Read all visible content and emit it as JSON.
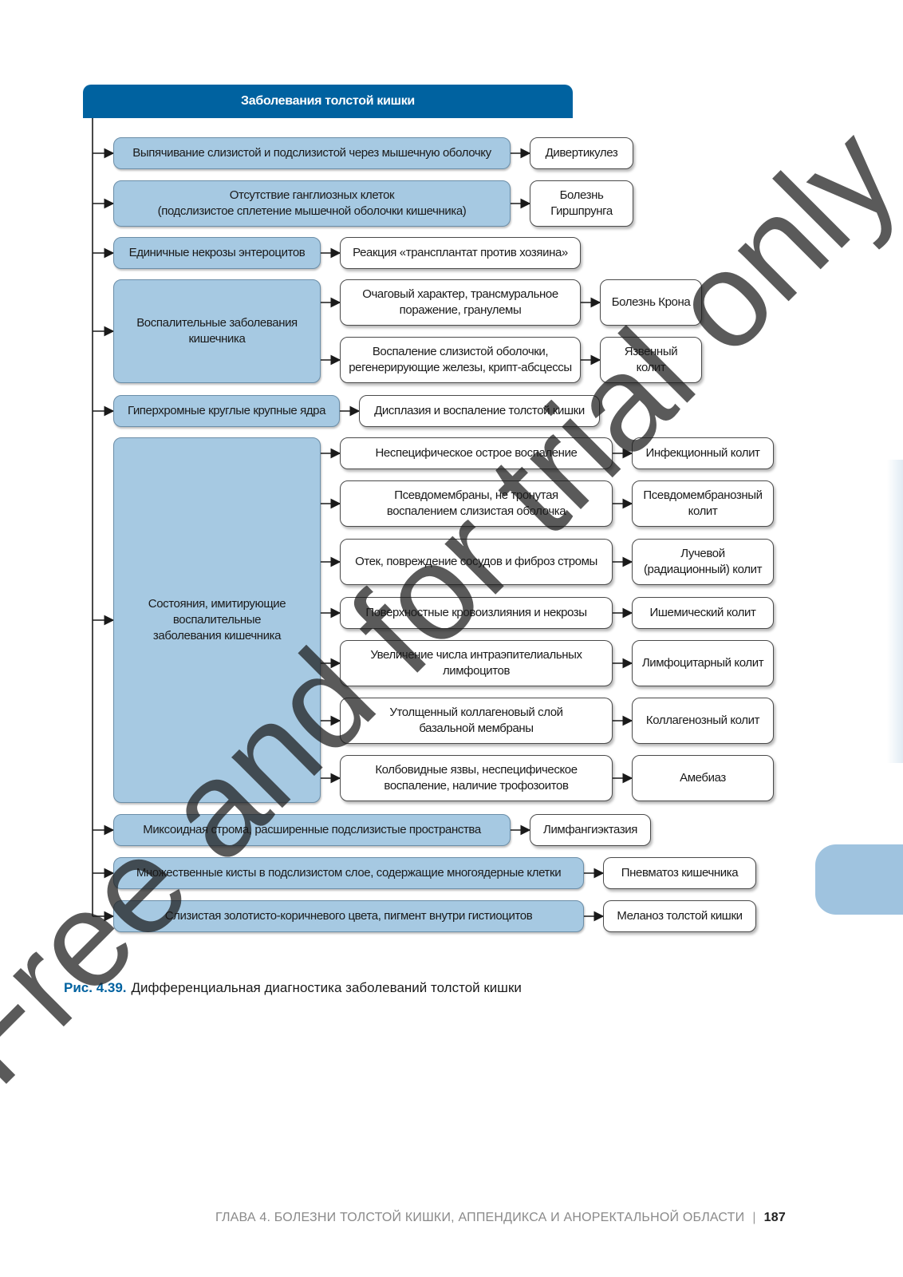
{
  "header": {
    "title": "Заболевания толстой кишки"
  },
  "features": [
    "Выпячивание слизистой и подслизистой через мышечную оболочку",
    "Отсутствие ганглиозных клеток\n(подслизистое сплетение мышечной оболочки кишечника)",
    "Единичные некрозы энтероцитов",
    "Воспалительные заболевания\nкишечника",
    "Гиперхромные круглые крупные ядра",
    "Состояния, имитирующие\nвоспалительные\nзаболевания кишечника",
    "Миксоидная строма, расширенные подслизистые пространства",
    "Множественные кисты в подслизистом слое, содержащие многоядерные клетки",
    "Слизистая золотисто-коричневого цвета, пигмент внутри гистиоцитов"
  ],
  "mids": [
    "Реакция «трансплантат против хозяина»",
    "Очаговый характер, трансмуральное\nпоражение, гранулемы",
    "Воспаление слизистой оболочки,\nрегенерирующие железы, крипт-абсцессы",
    "Дисплазия и воспаление толстой кишки",
    "Неспецифическое острое воспаление",
    "Псевдомембраны, не тронутая\nвоспалением слизистая оболочка",
    "Отек, повреждение сосудов и фиброз стромы",
    "Поверхностные кровоизлияния и некрозы",
    "Увеличение числа интраэпителиальных\nлимфоцитов",
    "Утолщенный коллагеновый слой\nбазальной мембраны",
    "Колбовидные язвы, неспецифическое\nвоспаление, наличие трофозоитов"
  ],
  "diagnoses": [
    "Дивертикулез",
    "Болезнь\nГиршпрунга",
    "Болезнь Крона",
    "Язвенный\nколит",
    "Инфекционный колит",
    "Псевдомембранозный\nколит",
    "Лучевой\n(радиационный) колит",
    "Ишемический колит",
    "Лимфоцитарный колит",
    "Коллагенозный колит",
    "Амебиаз",
    "Лимфангиэктазия",
    "Пневматоз кишечника",
    "Меланоз толстой кишки"
  ],
  "caption": {
    "label": "Рис. 4.39.",
    "text": "Дифференциальная диагностика заболеваний толстой кишки"
  },
  "footer": {
    "chapter": "ГЛАВА 4. БОЛЕЗНИ ТОЛСТОЙ КИШКИ, АППЕНДИКСА И АНОРЕКТАЛЬНОЙ ОБЛАСТИ",
    "separator": "|",
    "page": "187"
  },
  "watermark": {
    "text": "Free and for trial only"
  },
  "colors": {
    "header": "#0062a0",
    "blue_box": "#a6c9e2",
    "side_tab": "#9fc3df"
  }
}
